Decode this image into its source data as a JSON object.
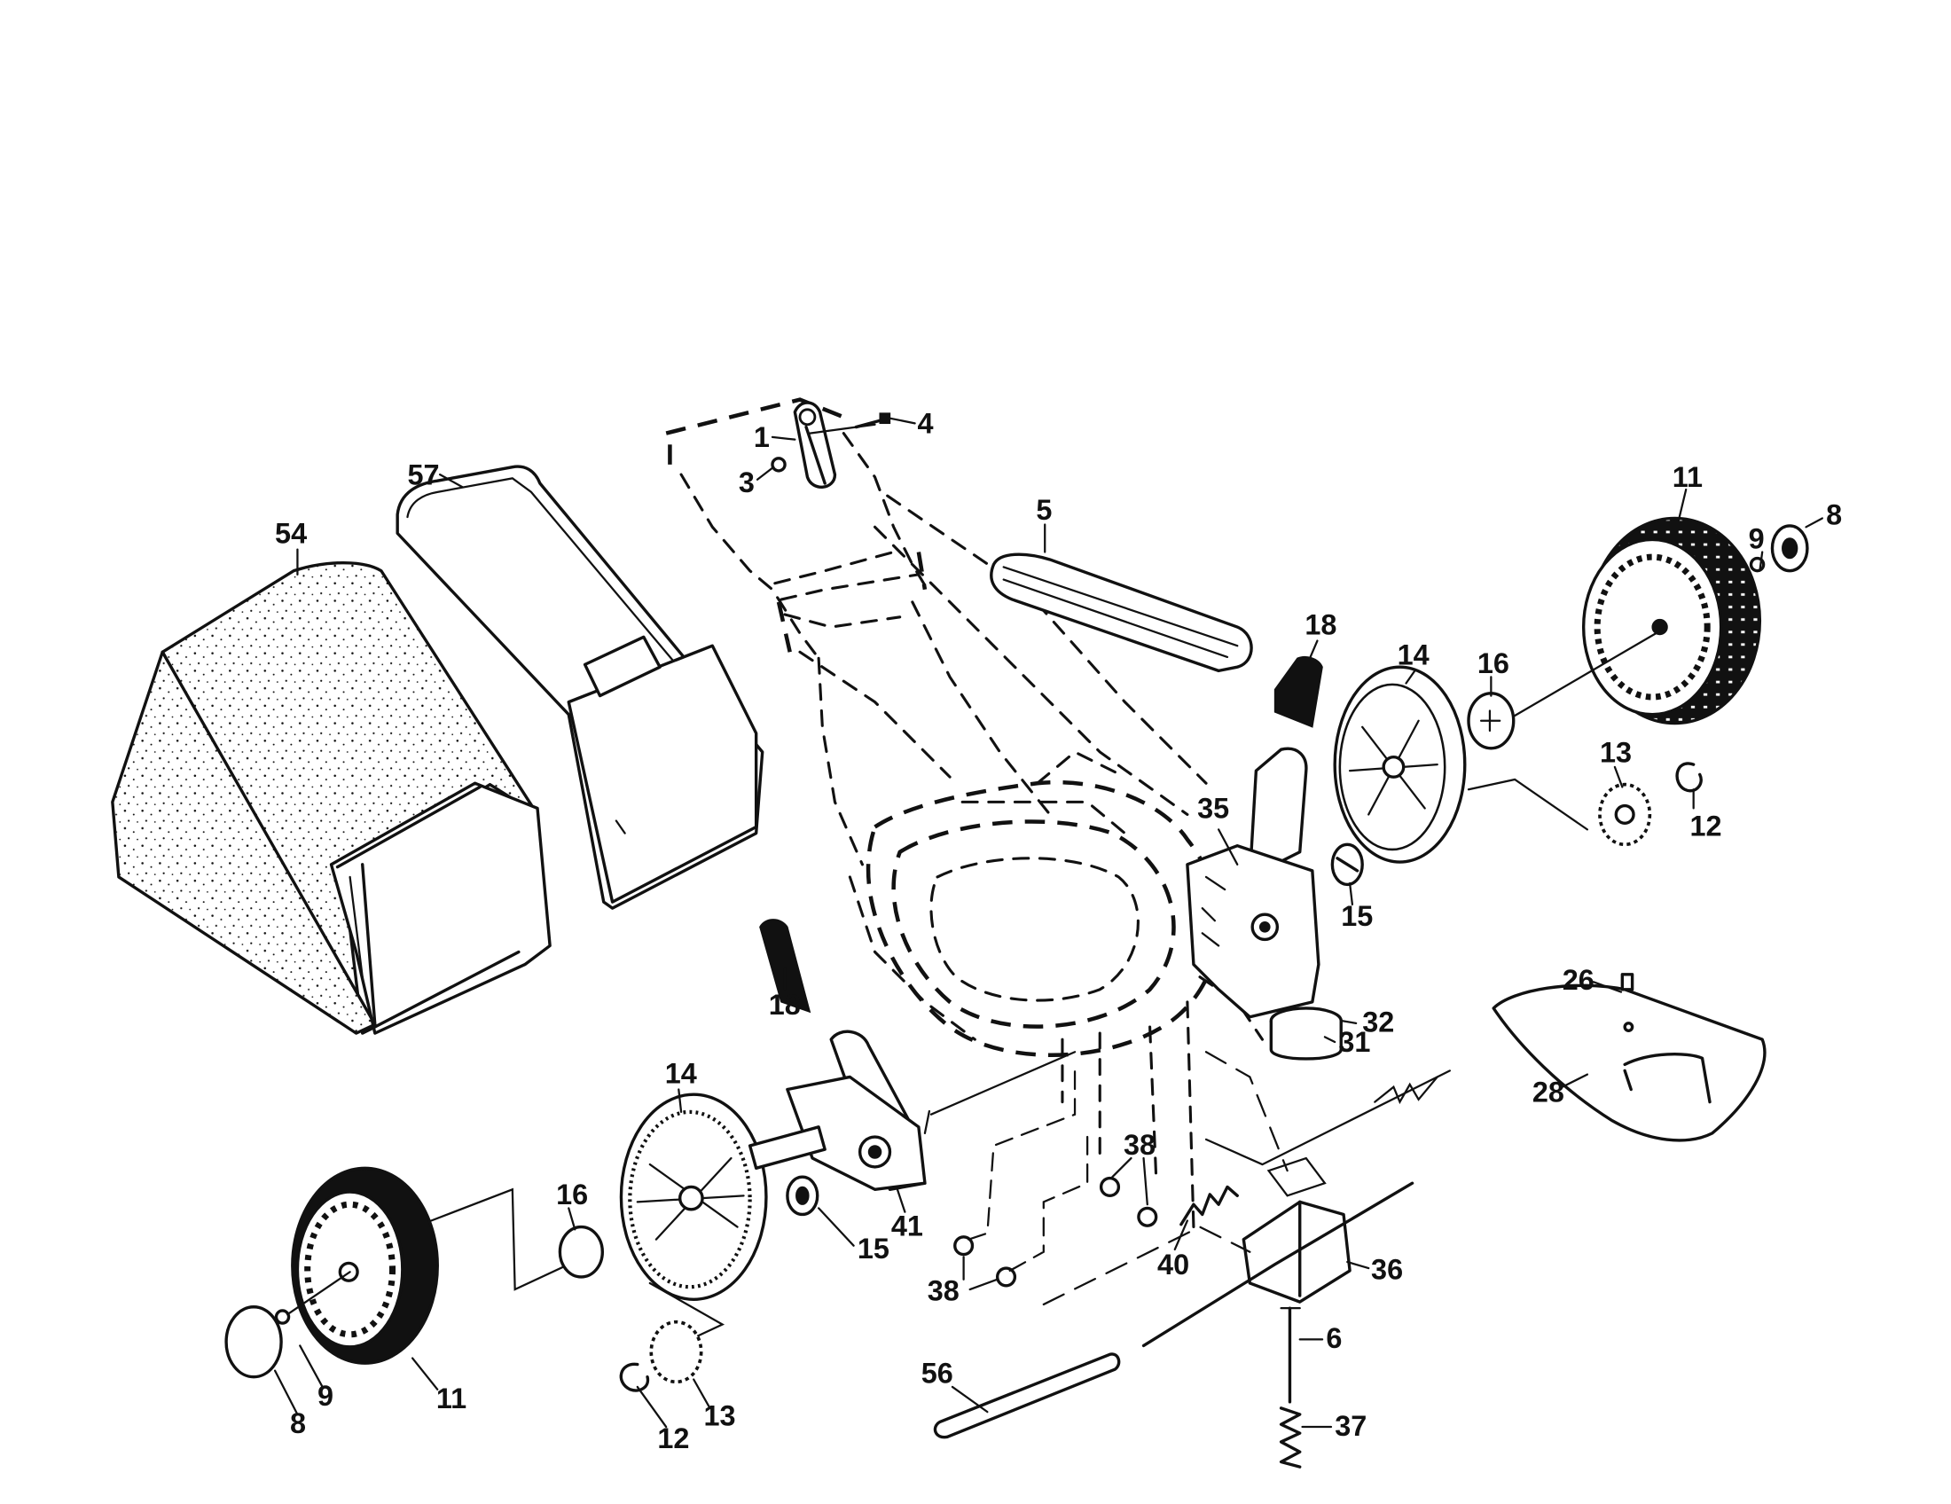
{
  "parts": [
    {
      "id": "p1",
      "num": "1"
    },
    {
      "id": "p3",
      "num": "3"
    },
    {
      "id": "p4",
      "num": "4"
    },
    {
      "id": "p5",
      "num": "5"
    },
    {
      "id": "p54",
      "num": "54"
    },
    {
      "id": "p57",
      "num": "57"
    },
    {
      "id": "p11r",
      "num": "11"
    },
    {
      "id": "p9r",
      "num": "9"
    },
    {
      "id": "p8r",
      "num": "8"
    },
    {
      "id": "p18r",
      "num": "18"
    },
    {
      "id": "p14r",
      "num": "14"
    },
    {
      "id": "p16r",
      "num": "16"
    },
    {
      "id": "p13r",
      "num": "13"
    },
    {
      "id": "p12r",
      "num": "12"
    },
    {
      "id": "p35",
      "num": "35"
    },
    {
      "id": "p15r",
      "num": "15"
    },
    {
      "id": "p26",
      "num": "26"
    },
    {
      "id": "p31",
      "num": "31"
    },
    {
      "id": "p32",
      "num": "32"
    },
    {
      "id": "p28",
      "num": "28"
    },
    {
      "id": "p18l",
      "num": "18"
    },
    {
      "id": "p14l",
      "num": "14"
    },
    {
      "id": "p16l",
      "num": "16"
    },
    {
      "id": "p38a",
      "num": "38"
    },
    {
      "id": "p41",
      "num": "41"
    },
    {
      "id": "p15l",
      "num": "15"
    },
    {
      "id": "p40",
      "num": "40"
    },
    {
      "id": "p36",
      "num": "36"
    },
    {
      "id": "p38b",
      "num": "38"
    },
    {
      "id": "p6",
      "num": "6"
    },
    {
      "id": "p56",
      "num": "56"
    },
    {
      "id": "p37",
      "num": "37"
    },
    {
      "id": "p11l",
      "num": "11"
    },
    {
      "id": "p9l",
      "num": "9"
    },
    {
      "id": "p8l",
      "num": "8"
    },
    {
      "id": "p13l",
      "num": "13"
    },
    {
      "id": "p12l",
      "num": "12"
    }
  ]
}
